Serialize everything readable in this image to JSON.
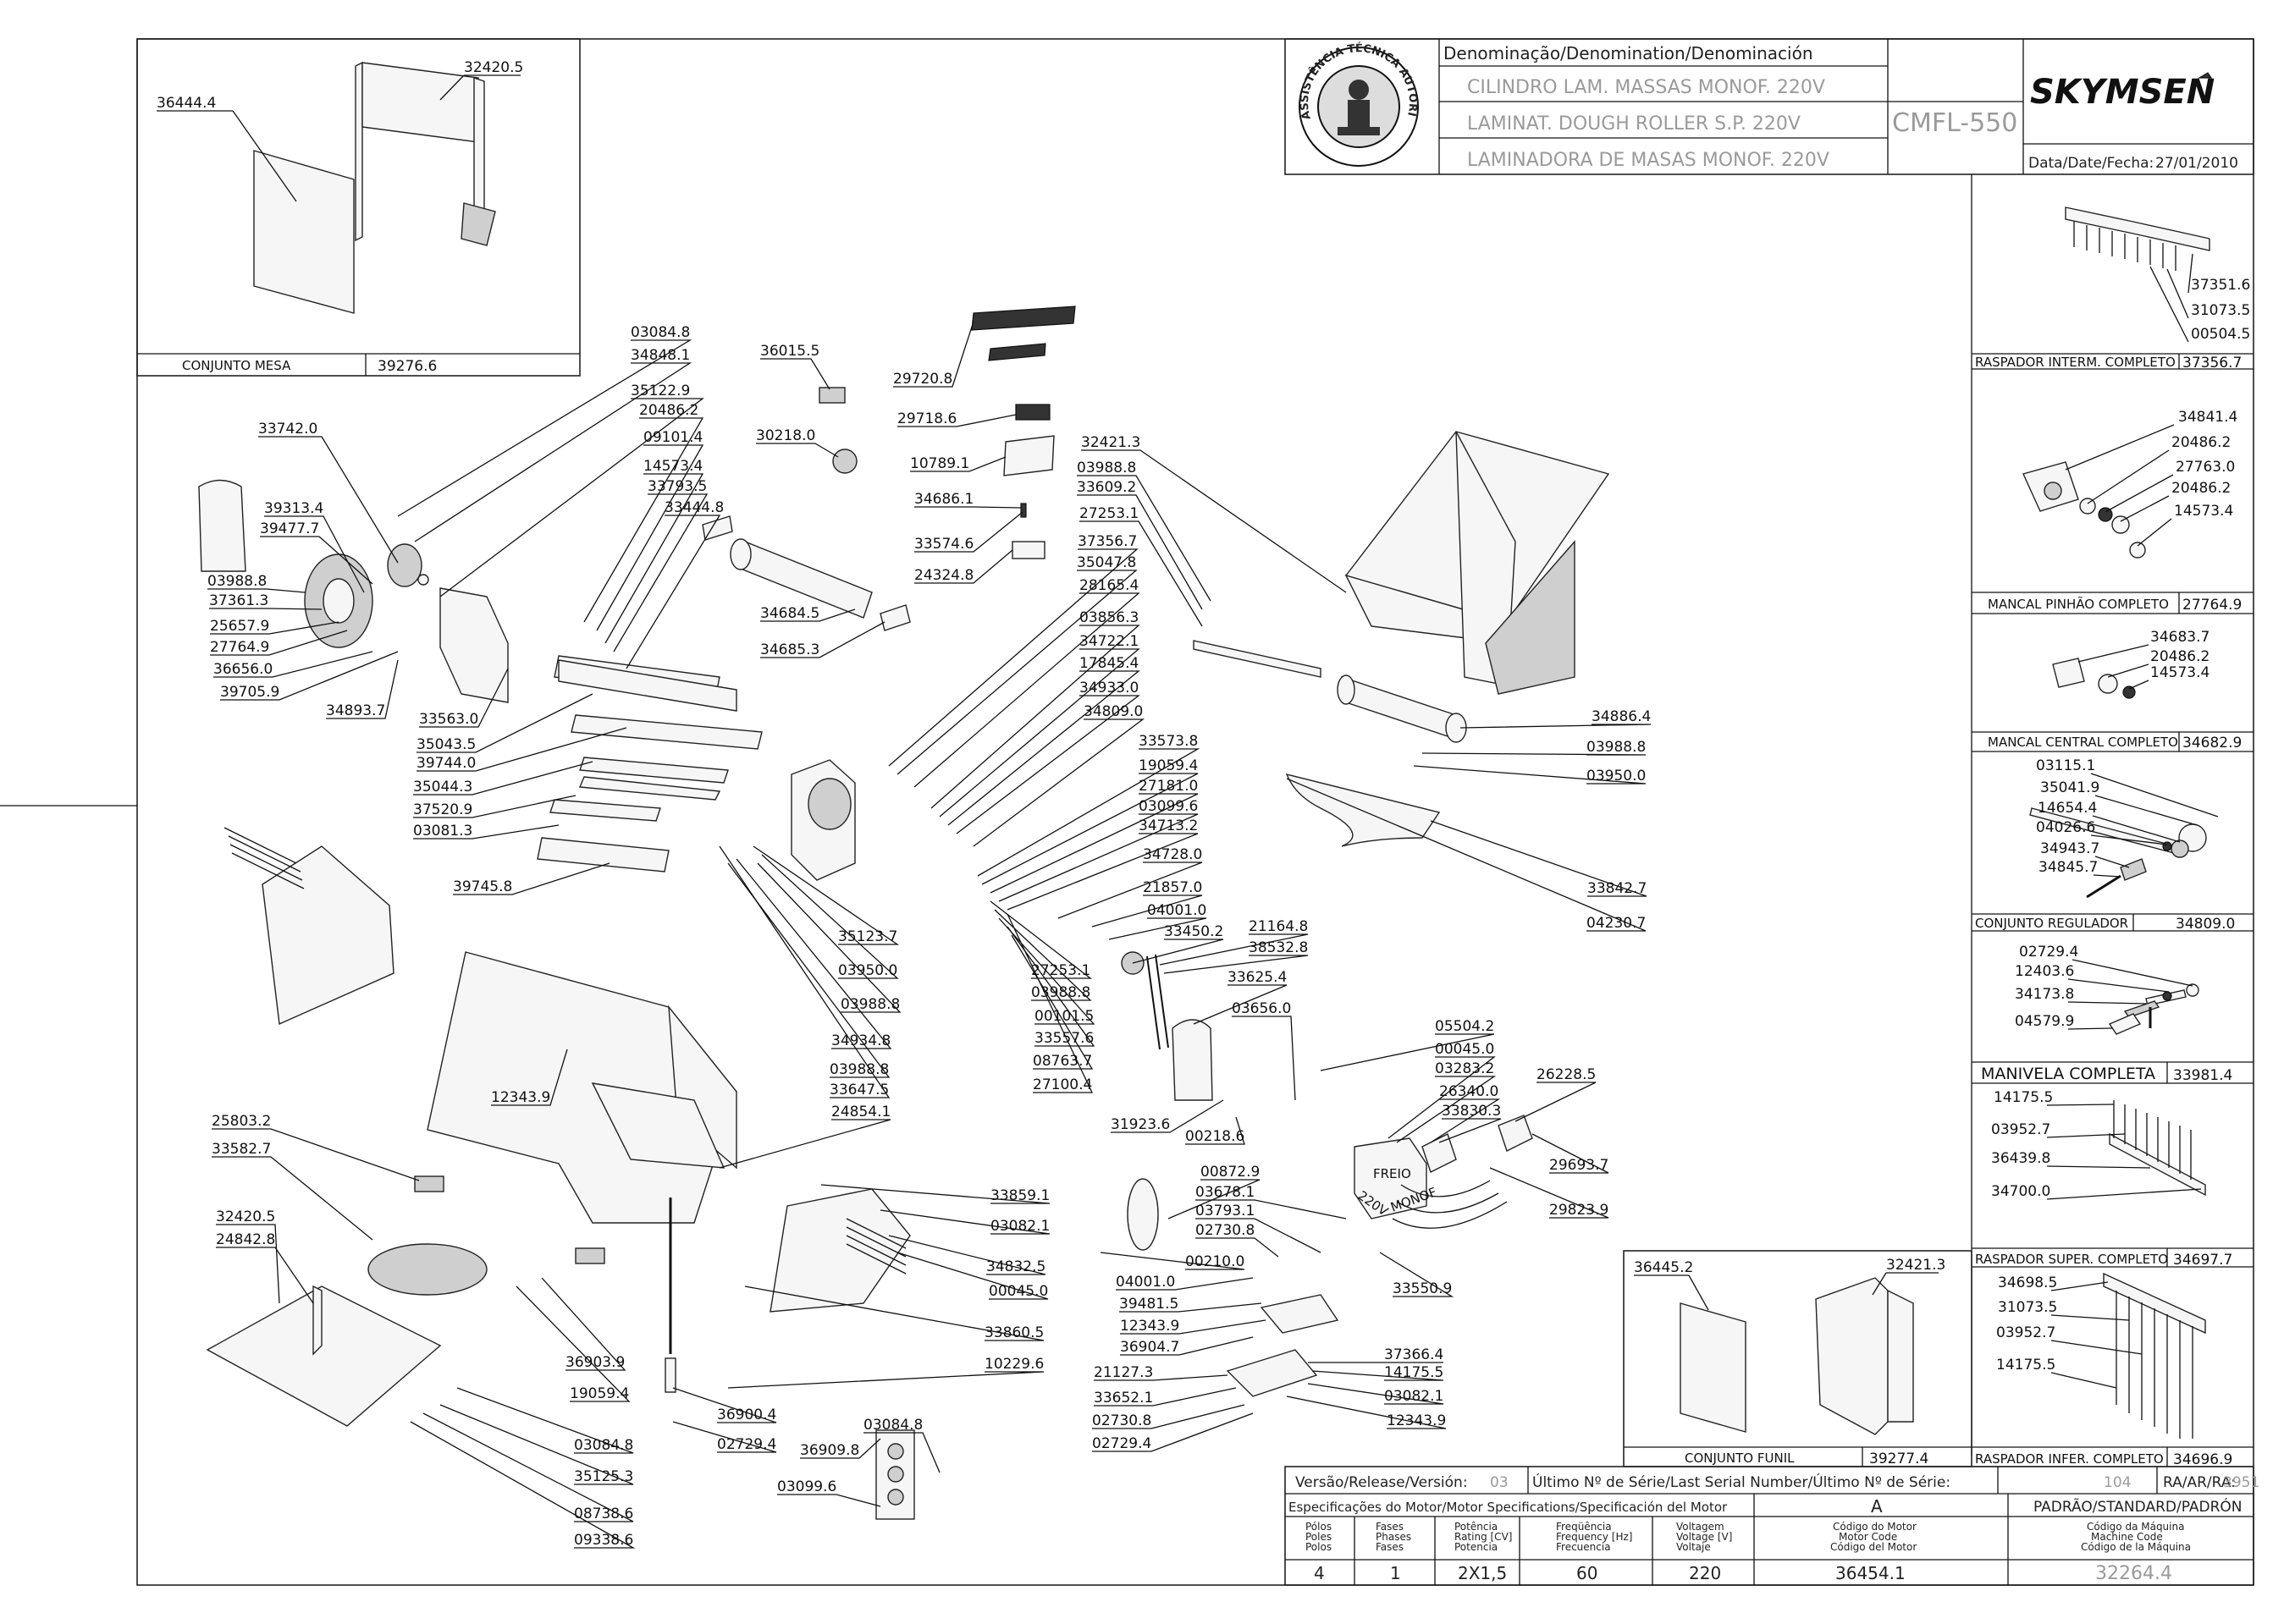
{
  "title_block": {
    "denomination_header": "Denominação/Denomination/Denominación",
    "name_pt": "CILINDRO LAM. MASSAS MONOF. 220V",
    "name_en": "LAMINAT. DOUGH ROLLER S.P. 220V",
    "name_es": "LAMINADORA DE MASAS MONOF. 220V",
    "model": "CMFL-550",
    "brand": "SKYMSEN",
    "seal_text": "ASSISTÊNCIA TÉCNICA AUTORIZADA",
    "date_label": "Data/Date/Fecha:",
    "date_value": "27/01/2010"
  },
  "bottom_block": {
    "version_label": "Versão/Release/Versión:",
    "version_value": "03",
    "serial_label": "Último Nº de Série/Last Serial Number/Último Nº de Série:",
    "serial_value": "104",
    "ra_label": "RA/AR/RA:",
    "ra_value": "3951",
    "motor_spec_label": "Especificações do Motor/Motor Specifications/Specificación del Motor",
    "column_a": "A",
    "standard_label": "PADRÃO/STANDARD/PADRÓN",
    "headers": [
      [
        "Pólos",
        "Poles",
        "Polos"
      ],
      [
        "Fases",
        "Phases",
        "Fases"
      ],
      [
        "Potência",
        "Rating [CV]",
        "Potencia"
      ],
      [
        "Freqüência",
        "Frequency [Hz]",
        "Frecuencia"
      ],
      [
        "Voltagem",
        "Voltage [V]",
        "Voltaje"
      ],
      [
        "Código do Motor",
        "Motor Code",
        "Código del Motor"
      ],
      [
        "Código da Máquina",
        "Machine Code",
        "Código de la Máquina"
      ]
    ],
    "values": [
      "4",
      "1",
      "2X1,5",
      "60",
      "220",
      "36454.1",
      "32264.4"
    ]
  },
  "assemblies": {
    "mesa": {
      "name": "CONJUNTO MESA",
      "code": "39276.6",
      "parts": [
        "36444.4",
        "32420.5"
      ]
    },
    "funil": {
      "name": "CONJUNTO FUNIL",
      "code": "39277.4",
      "parts": [
        "36445.2",
        "32421.3"
      ]
    },
    "raspador_interm": {
      "name": "RASPADOR INTERM. COMPLETO",
      "code": "37356.7",
      "parts": [
        "37351.6",
        "31073.5",
        "00504.5"
      ]
    },
    "mancal_pinhao": {
      "name": "MANCAL PINHÃO COMPLETO",
      "code": "27764.9",
      "parts": [
        "34841.4",
        "20486.2",
        "27763.0",
        "20486.2",
        "14573.4"
      ]
    },
    "mancal_central": {
      "name": "MANCAL CENTRAL COMPLETO",
      "code": "34682.9",
      "parts": [
        "34683.7",
        "20486.2",
        "14573.4"
      ]
    },
    "regulador": {
      "name": "CONJUNTO REGULADOR",
      "code": "34809.0",
      "parts": [
        "03115.1",
        "35041.9",
        "14654.4",
        "04026.6",
        "34943.7",
        "34845.7"
      ]
    },
    "manivela": {
      "name": "MANIVELA COMPLETA",
      "code": "33981.4",
      "parts": [
        "02729.4",
        "12403.6",
        "34173.8",
        "04579.9"
      ]
    },
    "raspador_super": {
      "name": "RASPADOR SUPER. COMPLETO",
      "code": "34697.7",
      "parts": [
        "14175.5",
        "03952.7",
        "36439.8",
        "34700.0"
      ]
    },
    "raspador_infer": {
      "name": "RASPADOR INFER. COMPLETO",
      "code": "34696.9",
      "parts": [
        "34698.5",
        "31073.5",
        "03952.7",
        "14175.5"
      ]
    }
  },
  "motor_labels": {
    "freio": "FREIO",
    "voltage": "220V",
    "monof": "MONOF"
  },
  "main_labels": {
    "l_03084_8a": "03084.8",
    "l_34848_1": "34848.1",
    "l_35122_9": "35122.9",
    "l_20486_2": "20486.2",
    "l_09101_4": "09101.4",
    "l_14573_4": "14573.4",
    "l_33793_5": "33793.5",
    "l_33444_8": "33444.8",
    "l_33742_0": "33742.0",
    "l_39313_4": "39313.4",
    "l_39477_7": "39477.7",
    "l_03988_8a": "03988.8",
    "l_37361_3": "37361.3",
    "l_25657_9": "25657.9",
    "l_27764_9": "27764.9",
    "l_36656_0": "36656.0",
    "l_39705_9": "39705.9",
    "l_34893_7": "34893.7",
    "l_33563_0": "33563.0",
    "l_35043_5": "35043.5",
    "l_39744_0": "39744.0",
    "l_35044_3": "35044.3",
    "l_37520_9": "37520.9",
    "l_03081_3": "03081.3",
    "l_39745_8": "39745.8",
    "l_36015_5": "36015.5",
    "l_30218_0": "30218.0",
    "l_29720_8": "29720.8",
    "l_29718_6": "29718.6",
    "l_10789_1": "10789.1",
    "l_34686_1": "34686.1",
    "l_33574_6": "33574.6",
    "l_24324_8": "24324.8",
    "l_34684_5": "34684.5",
    "l_34685_3": "34685.3",
    "l_32421_3": "32421.3",
    "l_03988_8b": "03988.8",
    "l_33609_2": "33609.2",
    "l_27253_1a": "27253.1",
    "l_37356_7": "37356.7",
    "l_35047_8": "35047.8",
    "l_28165_4": "28165.4",
    "l_03856_3": "03856.3",
    "l_34722_1": "34722.1",
    "l_17845_4": "17845.4",
    "l_34933_0": "34933.0",
    "l_34809_0": "34809.0",
    "l_33573_8": "33573.8",
    "l_19059_4a": "19059.4",
    "l_27181_0": "27181.0",
    "l_03099_6a": "03099.6",
    "l_34713_2": "34713.2",
    "l_34728_0": "34728.0",
    "l_21857_0": "21857.0",
    "l_04001_0a": "04001.0",
    "l_33450_2": "33450.2",
    "l_21164_8": "21164.8",
    "l_38532_8": "38532.8",
    "l_33625_4": "33625.4",
    "l_34886_4": "34886.4",
    "l_03988_8c": "03988.8",
    "l_03950_0a": "03950.0",
    "l_33842_7": "33842.7",
    "l_04230_7": "04230.7",
    "l_35123_7": "35123.7",
    "l_03950_0b": "03950.0",
    "l_03988_8d": "03988.8",
    "l_34934_8": "34934.8",
    "l_03988_8e": "03988.8",
    "l_33647_5": "33647.5",
    "l_24854_1": "24854.1",
    "l_27253_1b": "27253.1",
    "l_03988_8f": "03988.8",
    "l_00101_5": "00101.5",
    "l_33557_6": "33557.6",
    "l_08763_7": "08763.7",
    "l_27100_4": "27100.4",
    "l_03656_0": "03656.0",
    "l_31923_6": "31923.6",
    "l_00218_6": "00218.6",
    "l_05504_2": "05504.2",
    "l_00045_0a": "00045.0",
    "l_03283_2": "03283.2",
    "l_26340_0": "26340.0",
    "l_33830_3": "33830.3",
    "l_26228_5": "26228.5",
    "l_29693_7": "29693.7",
    "l_29823_9": "29823.9",
    "l_00872_9": "00872.9",
    "l_03678_1": "03678.1",
    "l_03793_1": "03793.1",
    "l_02730_8a": "02730.8",
    "l_00210_0": "00210.0",
    "l_04001_0b": "04001.0",
    "l_39481_5": "39481.5",
    "l_12343_9a": "12343.9",
    "l_36904_7": "36904.7",
    "l_33550_9": "33550.9",
    "l_37366_4": "37366.4",
    "l_14175_5": "14175.5",
    "l_03082_1a": "03082.1",
    "l_12343_9b": "12343.9",
    "l_21127_3": "21127.3",
    "l_33652_1": "33652.1",
    "l_02730_8b": "02730.8",
    "l_02729_4a": "02729.4",
    "l_12343_9c": "12343.9",
    "l_25803_2": "25803.2",
    "l_33582_7": "33582.7",
    "l_32420_5": "32420.5",
    "l_24842_8": "24842.8",
    "l_36903_9": "36903.9",
    "l_19059_4b": "19059.4",
    "l_36900_4": "36900.4",
    "l_02729_4b": "02729.4",
    "l_03084_8b": "03084.8",
    "l_35125_3": "35125.3",
    "l_08738_6": "08738.6",
    "l_09338_6": "09338.6",
    "l_33859_1": "33859.1",
    "l_03082_1b": "03082.1",
    "l_34832_5": "34832.5",
    "l_00045_0b": "00045.0",
    "l_33860_5": "33860.5",
    "l_10229_6": "10229.6",
    "l_03084_8c": "03084.8",
    "l_36909_8": "36909.8",
    "l_03099_6b": "03099.6"
  }
}
